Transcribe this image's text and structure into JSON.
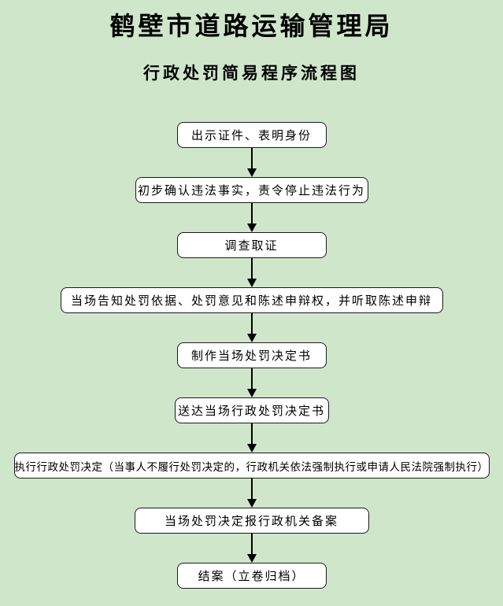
{
  "header": {
    "org_title": "鹤壁市道路运输管理局",
    "chart_title": "行政处罚简易程序流程图"
  },
  "flow": {
    "steps": [
      {
        "label": "出示证件、表明身份"
      },
      {
        "label": "初步确认违法事实，责令停止违法行为"
      },
      {
        "label": "调查取证"
      },
      {
        "label": "当场告知处罚依据、处罚意见和陈述申辩权，并听取陈述申辩"
      },
      {
        "label": "制作当场处罚决定书"
      },
      {
        "label": "送达当场行政处罚决定书"
      },
      {
        "label": "执行行政处罚决定（当事人不履行处罚决定的，行政机关依法强制执行或申请人民法院强制执行）"
      },
      {
        "label": "当场处罚决定报行政机关备案"
      },
      {
        "label": "结案（立卷归档）"
      }
    ]
  },
  "colors": {
    "background": "#cfe6cb",
    "box_fill": "#ffffff",
    "box_border": "#1a1a1a",
    "text": "#000000",
    "arrow": "#000000"
  }
}
